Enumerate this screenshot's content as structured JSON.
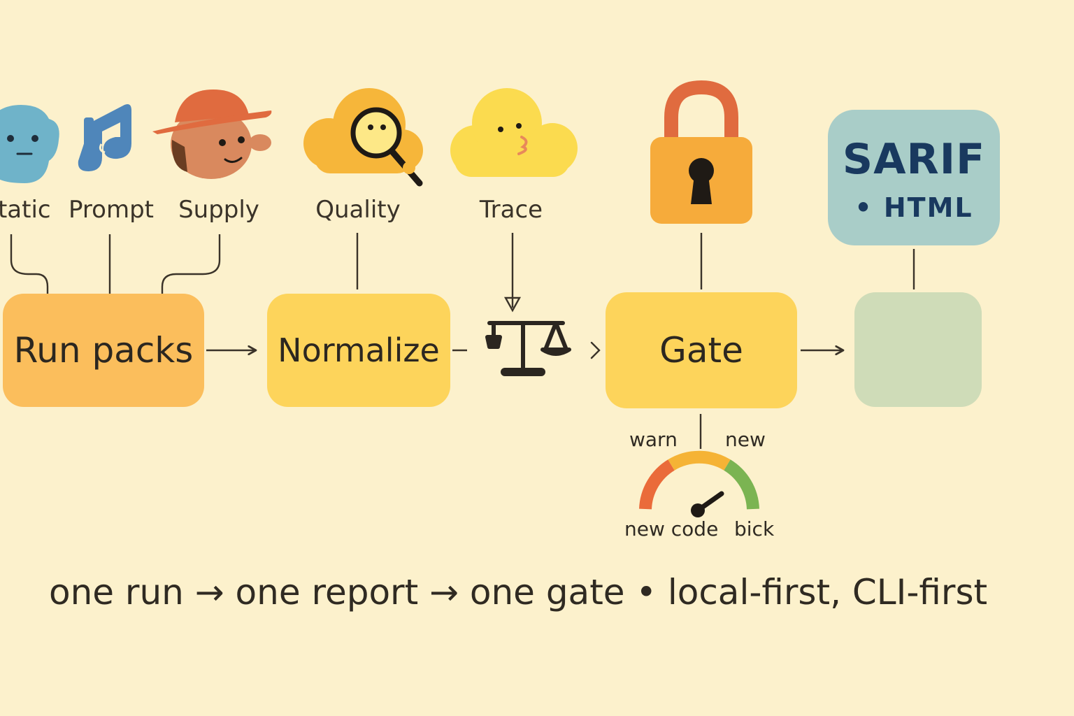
{
  "inputs": [
    {
      "label": "Static",
      "icon": "blue-face-icon"
    },
    {
      "label": "Prompt",
      "icon": "music-note-icon"
    },
    {
      "label": "Supply",
      "icon": "person-with-hat-icon"
    },
    {
      "label": "Quality",
      "icon": "magnifier-cloud-icon"
    },
    {
      "label": "Trace",
      "icon": "yellow-cloud-icon"
    }
  ],
  "stages": {
    "run_packs": "Run packs",
    "normalize": "Normalize",
    "gate": "Gate"
  },
  "output": {
    "title": "SARIF",
    "subtitle": "• HTML"
  },
  "gauge": {
    "warn_label": "warn",
    "new_label": "new",
    "new_code_label": "new code",
    "bick_label": "bick"
  },
  "tagline": "one run → one report → one gate • local-first, CLI-first",
  "colors": {
    "background": "#fcf1cc",
    "run_packs": "#fbbe5c",
    "normalize": "#fdd45b",
    "gate": "#fdd45b",
    "output_box": "#cfdcb8",
    "sarif_card": "#a9cdc8",
    "lock_body": "#f6ab3b",
    "lock_shackle": "#e06b3f",
    "gauge_red": "#ea6b3a",
    "gauge_yellow": "#f5b335",
    "gauge_green": "#7bb452"
  }
}
